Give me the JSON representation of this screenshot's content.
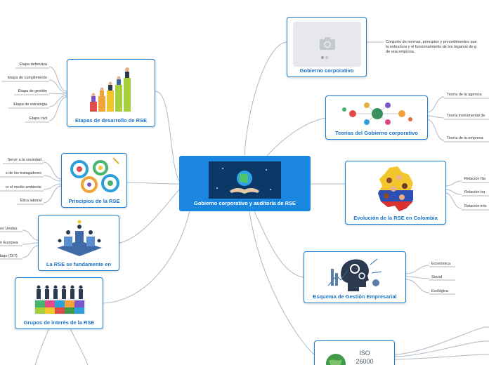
{
  "central": {
    "title": "Gobierno corporativo y auditoría de RSE",
    "image_icon": "globe-hands-icon"
  },
  "topics": {
    "gobierno": {
      "title": "Gobierno corporativo",
      "image_icon": "camera-placeholder-icon",
      "description": [
        "Conjunto de normas, principios y procedimientos que",
        "la estructura y el funcionamiento de los órganos de g",
        "de una empresa."
      ]
    },
    "teorias": {
      "title": "Teorías del Gobierno corporativo",
      "image_icon": "network-icons",
      "leaves": [
        "Teoría de la agencia",
        "Teoría instrumental de",
        "Teoría de la empresa"
      ]
    },
    "evolucion": {
      "title": "Evolución de la RSE en Colombia",
      "image_icon": "colombia-map-icon",
      "leaves": [
        "Relación fila",
        "Relación tra",
        "Relación inte"
      ]
    },
    "esquema": {
      "title": "Esquema de Gestión Empresarial",
      "image_icon": "head-gears-icon",
      "leaves": [
        "Económica",
        "Social",
        "Ecológica"
      ]
    },
    "iso": {
      "title": "",
      "image_icon": "iso-26000-icon",
      "badge": [
        "ISO",
        "26000"
      ]
    },
    "etapas": {
      "title": "Etapas de desarrollo de RSE",
      "image_icon": "stairs-people-icon",
      "leaves": [
        "Etapa defensiva",
        "Etapa de cumplimiento",
        "Etapa de gestión",
        "Etapa de estrategia",
        "Etapa civil"
      ]
    },
    "principios": {
      "title": "Principios de la RSE",
      "image_icon": "gears-icon",
      "leaves": [
        "Servir a la sociedad",
        "s de los trabajadores",
        "or el medio ambiente",
        "Ética laboral"
      ]
    },
    "fundamente": {
      "title": "La RSE se fundamente en",
      "image_icon": "team-blocks-icon",
      "leaves": [
        "es Unidas",
        "n Europea",
        "bajo (OIT)"
      ]
    },
    "grupos": {
      "title": "Grupos de interés de la RSE",
      "image_icon": "puzzle-people-icon"
    }
  },
  "colors": {
    "accent": "#1a86e0",
    "border": "#1c7fd1",
    "line": "#aeb8c2"
  }
}
